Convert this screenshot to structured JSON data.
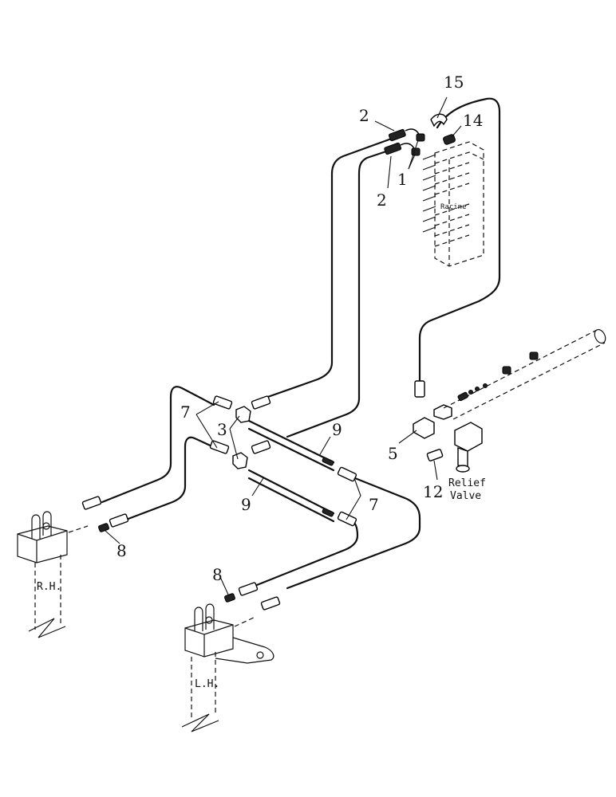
{
  "callouts": {
    "c1": "1",
    "c2a": "2",
    "c2b": "2",
    "c3": "3",
    "c5": "5",
    "c7a": "7",
    "c7b": "7",
    "c8a": "8",
    "c8b": "8",
    "c9a": "9",
    "c9b": "9",
    "c12": "12",
    "c14": "14",
    "c15": "15"
  },
  "labels": {
    "valve_bank": "Racine",
    "relief_line1": "Relief",
    "relief_line2": "Valve",
    "right_cylinder": "R.H.",
    "left_cylinder": "L.H."
  }
}
